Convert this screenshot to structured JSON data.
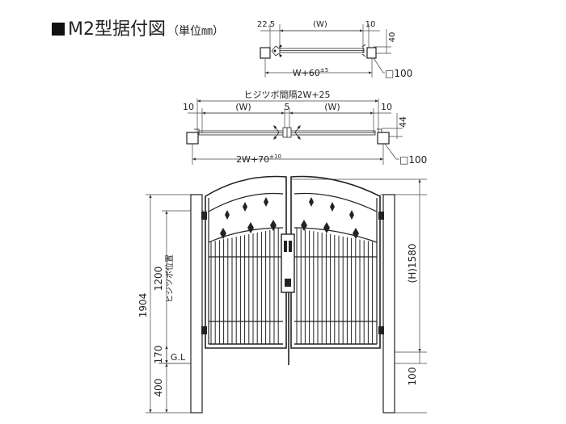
{
  "title": {
    "marker": "■",
    "main": "M2型据付図",
    "unit": "（単位㎜）"
  },
  "single_plan": {
    "dim_left": "22.5",
    "dim_mid": "(W)",
    "dim_right": "10",
    "dim_depth": "40",
    "dim_width": "W+60",
    "dim_width_tol": "±5",
    "post_size": "□100"
  },
  "double_plan": {
    "hinge_spacing": "ヒジツボ間隔2W+25",
    "dim_left": "10",
    "dim_left_w": "(W)",
    "dim_center": "5",
    "dim_right_w": "(W)",
    "dim_right": "10",
    "dim_depth": "44",
    "dim_width": "2W+70",
    "dim_width_tol": "±10",
    "post_size": "□100"
  },
  "elevation": {
    "total_height": "1904",
    "hinge_height": "1200",
    "hinge_label": "ヒジツボ位置",
    "ground_clearance": "170",
    "ground_label": "G.L",
    "embed_depth": "400",
    "gate_height": "(H)1580",
    "post_bottom": "100"
  }
}
